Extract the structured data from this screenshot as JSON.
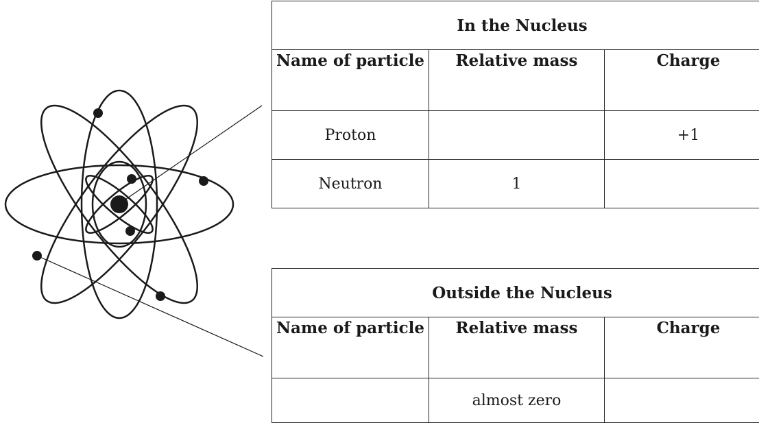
{
  "nucleus_table": {
    "title": "In the Nucleus",
    "headers": [
      "Name of particle",
      "Relative mass",
      "Charge"
    ],
    "rows": [
      [
        "Proton",
        "",
        "+1"
      ],
      [
        "Neutron",
        "1",
        ""
      ]
    ]
  },
  "outside_table": {
    "title": "Outside the Nucleus",
    "headers": [
      "Name of particle",
      "Relative mass",
      "Charge"
    ],
    "rows": [
      [
        "",
        "almost zero",
        ""
      ]
    ]
  },
  "colors": {
    "ink": "#1a1a1a",
    "background": "#ffffff"
  }
}
